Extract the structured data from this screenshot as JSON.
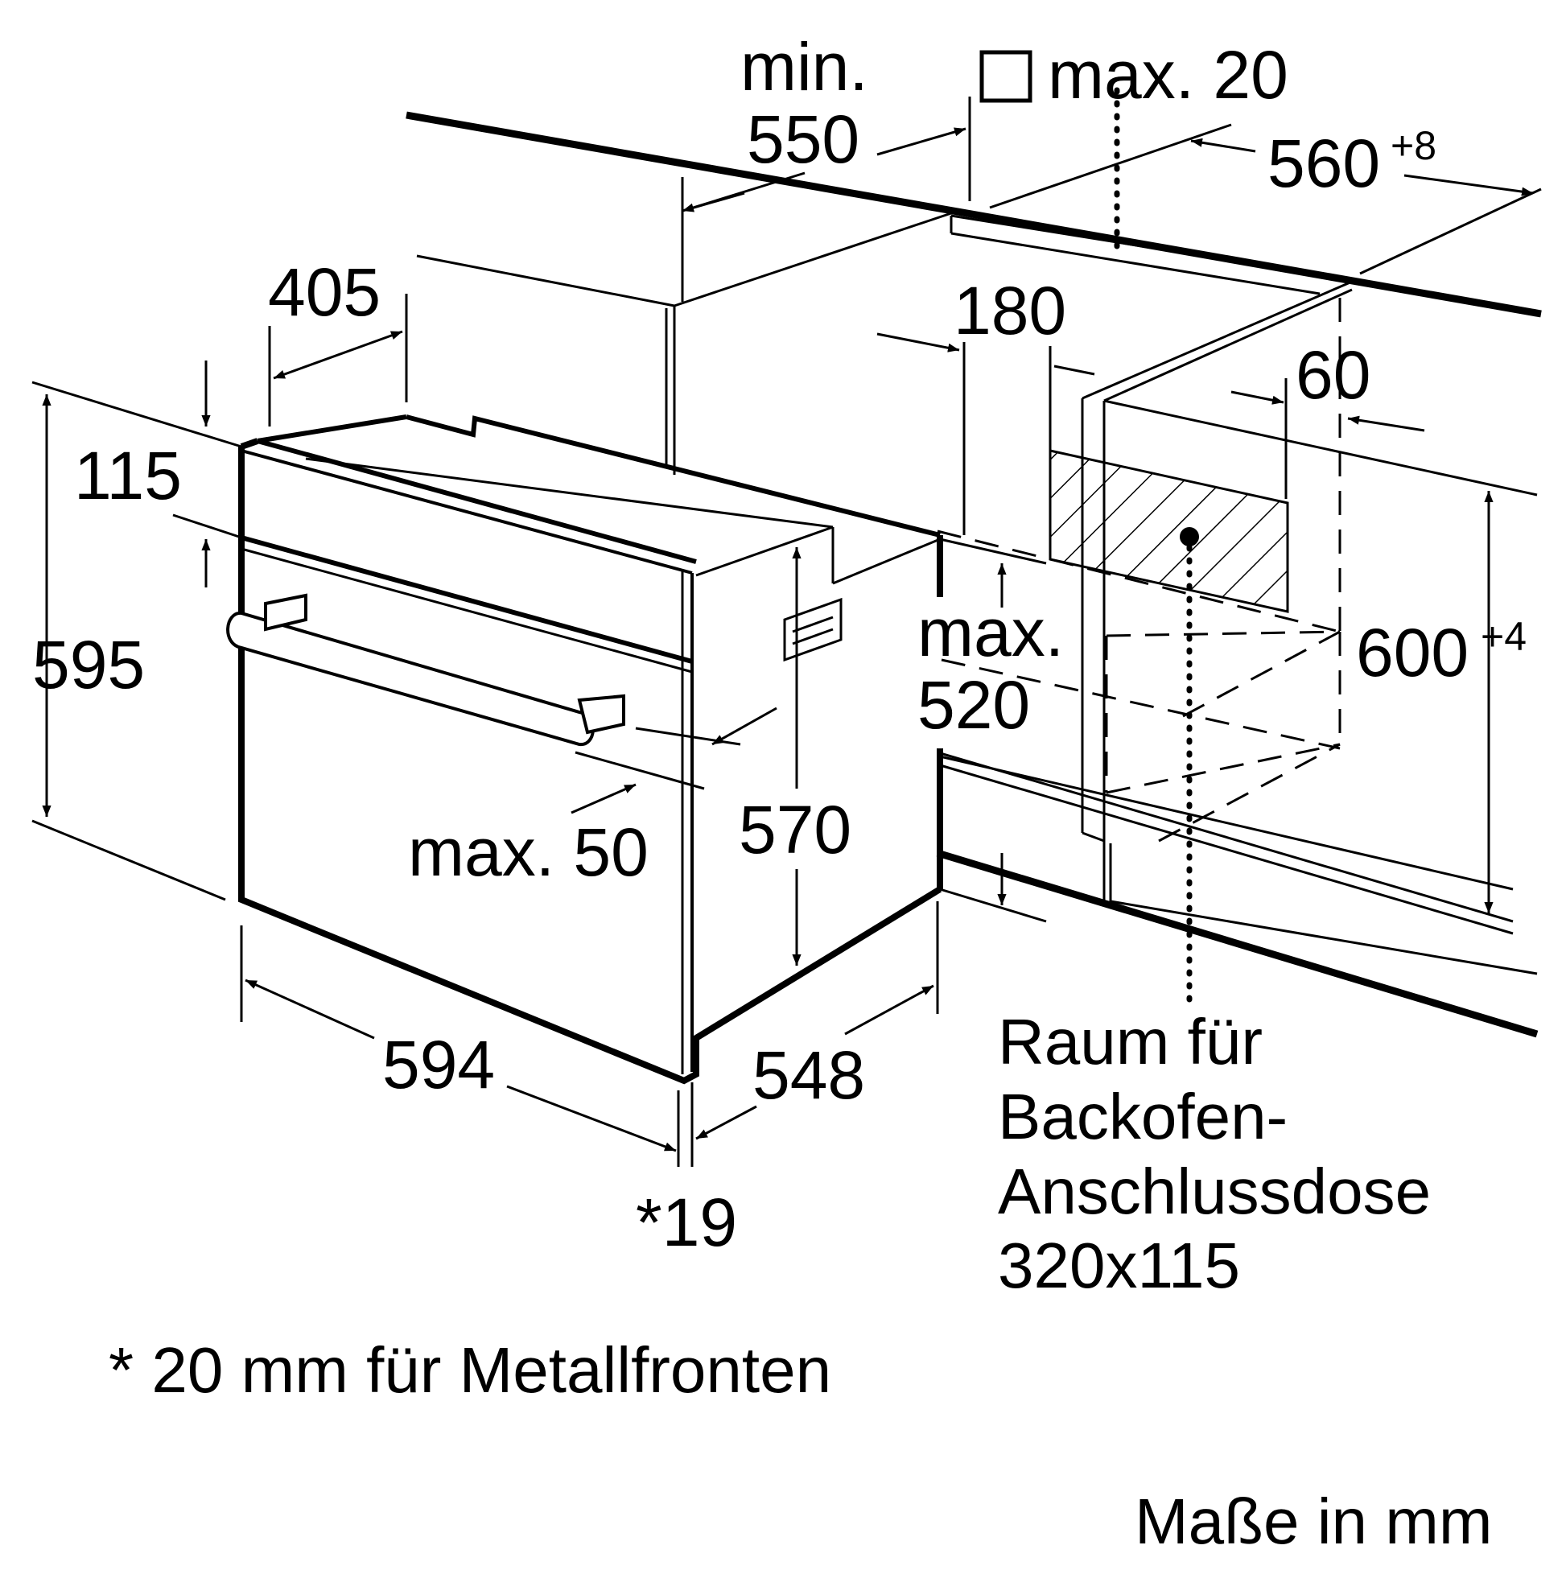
{
  "dimensions": {
    "min_label": "min.",
    "min_value": "550",
    "max20": "max. 20",
    "width_560": "560",
    "width_560_tol": "+8",
    "d405": "405",
    "d180": "180",
    "d60": "60",
    "d115": "115",
    "d595": "595",
    "max_label": "max.",
    "d520": "520",
    "height_600": "600",
    "height_600_tol": "+4",
    "d570": "570",
    "max50": "max. 50",
    "d594": "594",
    "d548": "548",
    "d19": "*19"
  },
  "socket_note": [
    "Raum für",
    "Backofen-",
    "Anschlussdose",
    "320x115"
  ],
  "footnote": "* 20 mm für Metallfronten",
  "units": "Maße in mm"
}
